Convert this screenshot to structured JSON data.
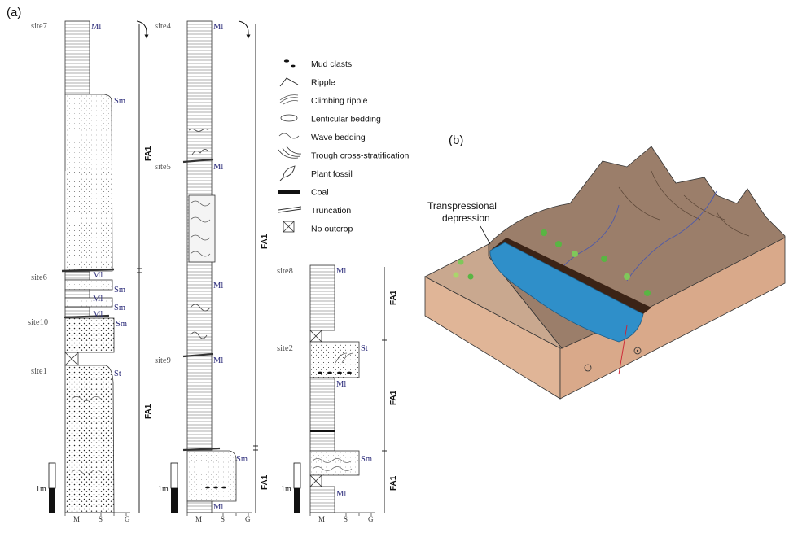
{
  "panels": {
    "a": "(a)",
    "b": "(b)"
  },
  "sites": {
    "site7": "site7",
    "site6": "site6",
    "site10": "site10",
    "site1": "site1",
    "site4": "site4",
    "site5": "site5",
    "site9": "site9",
    "site8": "site8",
    "site2": "site2"
  },
  "facies": {
    "ml": "Ml",
    "sm": "Sm",
    "st": "St"
  },
  "facies_association": "FA1",
  "grain_axis": {
    "m": "M",
    "s": "S",
    "g": "G"
  },
  "scale_label": "1m",
  "legend": [
    {
      "icon": "mud-clasts-icon",
      "label": "Mud clasts"
    },
    {
      "icon": "ripple-icon",
      "label": "Ripple"
    },
    {
      "icon": "climbing-ripple-icon",
      "label": "Climbing ripple"
    },
    {
      "icon": "lenticular-bedding-icon",
      "label": "Lenticular bedding"
    },
    {
      "icon": "wave-bedding-icon",
      "label": "Wave bedding"
    },
    {
      "icon": "trough-cross-stratification-icon",
      "label": "Trough cross-stratification"
    },
    {
      "icon": "plant-fossil-icon",
      "label": "Plant fossil"
    },
    {
      "icon": "coal-icon",
      "label": "Coal"
    },
    {
      "icon": "truncation-icon",
      "label": "Truncation"
    },
    {
      "icon": "no-outcrop-icon",
      "label": "No outcrop"
    }
  ],
  "block_diagram": {
    "callout": "Transpressional",
    "callout2": "depression"
  },
  "colors": {
    "lake": "#2f8fc9",
    "terrain_top": "#9c7f6b",
    "terrain_side": "#e3b99b",
    "coal_band": "#3b2316",
    "vegetation": "#4caf3a"
  }
}
